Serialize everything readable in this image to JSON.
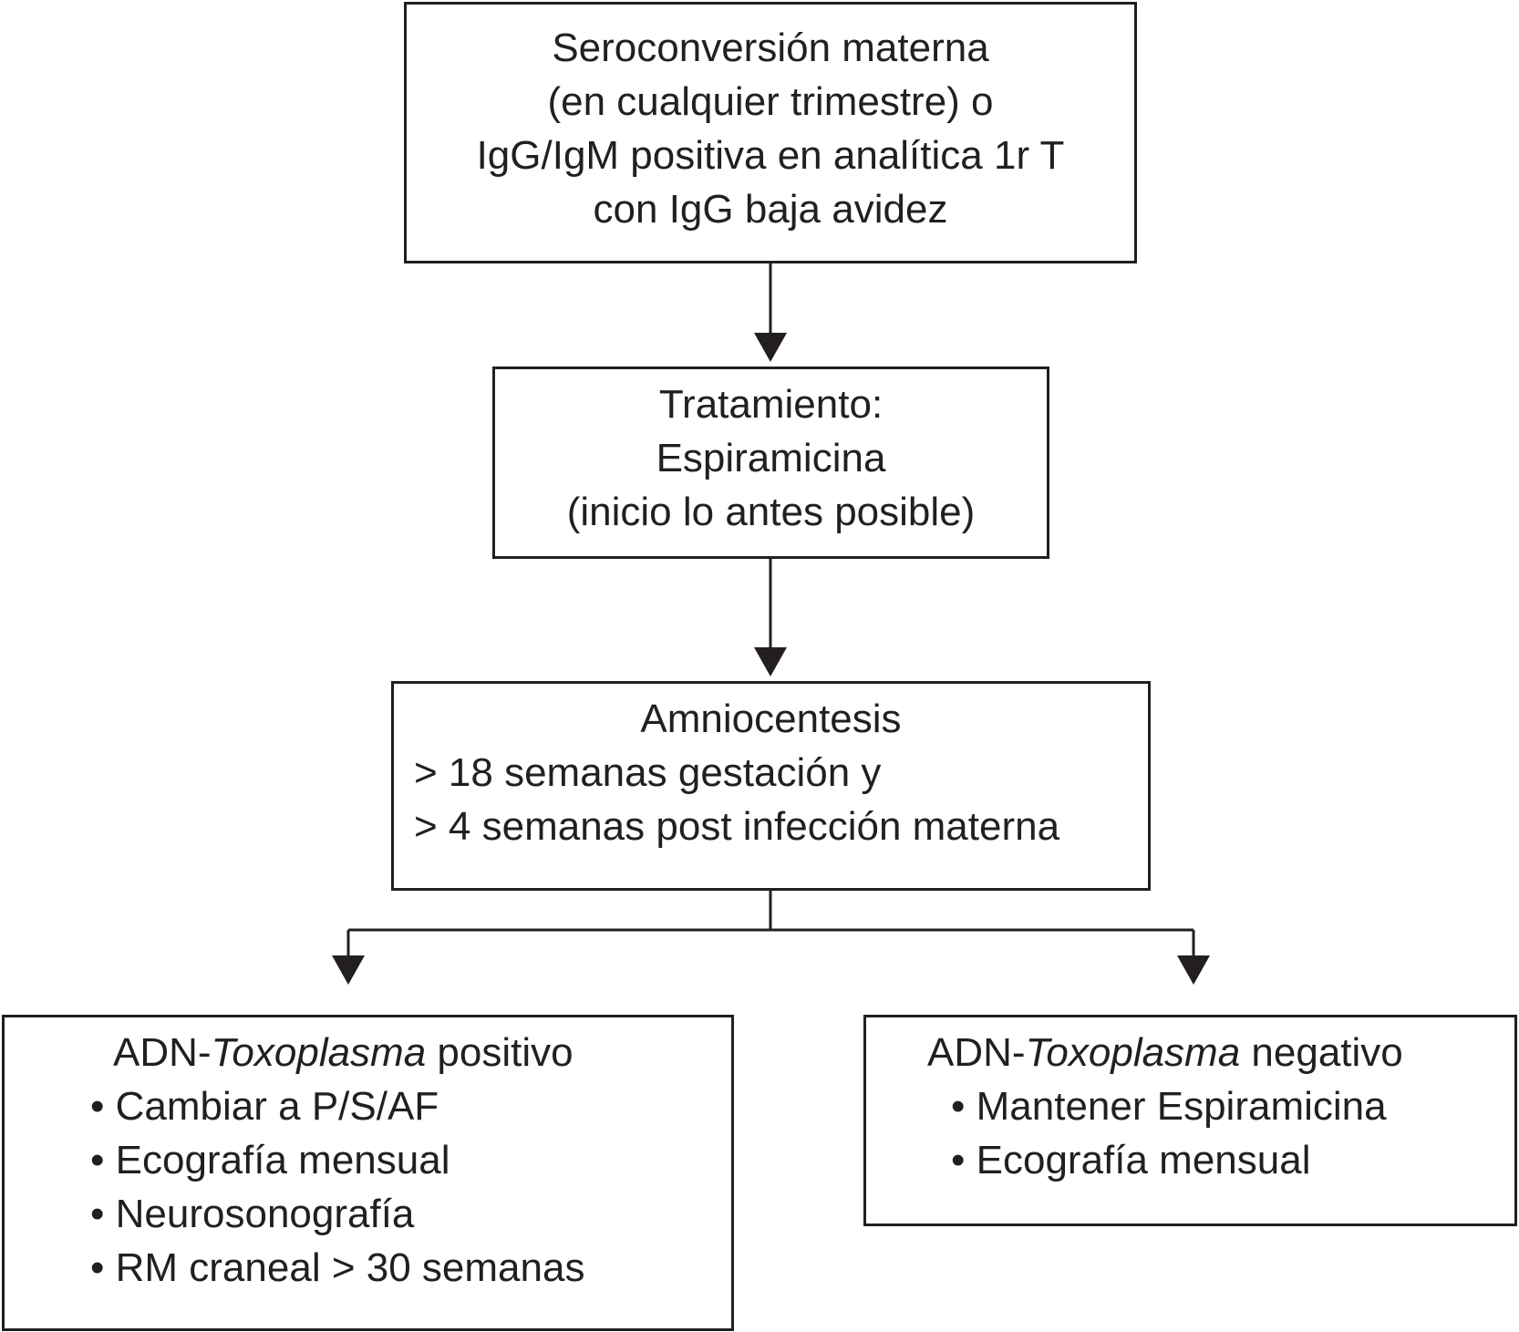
{
  "nodes": {
    "seroconversion": {
      "lines": [
        "Seroconversión materna",
        "(en cualquier trimestre) o",
        "IgG/IgM positiva en analítica 1r T",
        "con IgG baja avidez"
      ]
    },
    "tratamiento": {
      "lines": [
        "Tratamiento:",
        "Espiramicina",
        "(inicio lo antes posible)"
      ]
    },
    "amniocentesis": {
      "title": "Amniocentesis",
      "lines": [
        "> 18 semanas gestación  y",
        "> 4 semanas post infección materna"
      ]
    },
    "positivo": {
      "title_prefix": "ADN-",
      "title_italic": "Toxoplasma",
      "title_suffix": " positivo",
      "items": [
        "• Cambiar a P/S/AF",
        "• Ecografía mensual",
        "• Neurosonografía",
        "• RM craneal > 30 semanas"
      ]
    },
    "negativo": {
      "title_prefix": "ADN-",
      "title_italic": "Toxoplasma",
      "title_suffix": " negativo",
      "items": [
        "• Mantener Espiramicina",
        "• Ecografía mensual"
      ]
    }
  },
  "edges": [
    {
      "from": "seroconversion",
      "to": "tratamiento"
    },
    {
      "from": "tratamiento",
      "to": "amniocentesis"
    },
    {
      "from": "amniocentesis",
      "to": "positivo"
    },
    {
      "from": "amniocentesis",
      "to": "negativo"
    }
  ],
  "colors": {
    "stroke": "#231f20",
    "text": "#231f20",
    "background": "#ffffff"
  }
}
